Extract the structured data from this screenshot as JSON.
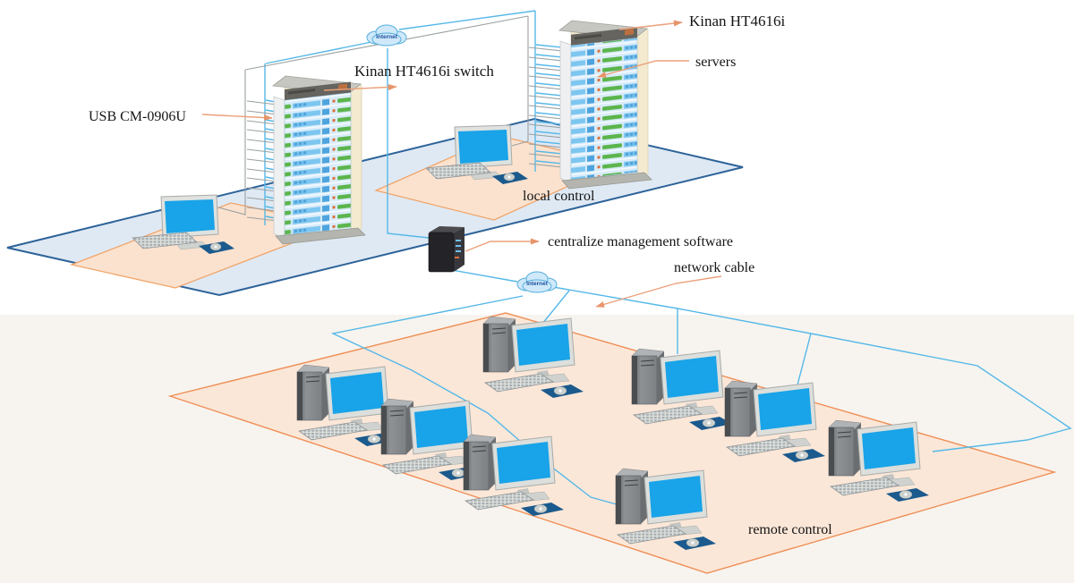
{
  "diagram": {
    "labels": {
      "usb_module": "USB CM-0906U",
      "switch": "Kinan HT4616i switch",
      "kvm": "Kinan HT4616i",
      "servers": "servers",
      "local_control": "local control",
      "management": "centralize management software",
      "network_cable": "network cable",
      "remote_control": "remote control"
    },
    "clouds": {
      "cloud1": "Internet",
      "cloud2": "Internet"
    },
    "counts": {
      "remote_pcs": 8,
      "local_workstations": 2,
      "racks": 2,
      "internet_clouds": 2
    },
    "colors": {
      "platform_blue_fill": "#dfe9f4",
      "platform_blue_edge": "#2d6399",
      "mat_fill": "#fbe2cf",
      "mat_edge": "#f0a468",
      "orange_platform_fill": "#fbe7d8",
      "orange_platform_edge": "#ef8e55",
      "cable_blue": "#55b8e8",
      "cable_gray": "#9aa0a0",
      "pointer_orange": "#eba07a",
      "screen_blue": "#19a3e8",
      "slot_green": "#5cb54c",
      "slot_blue": "#7cc6f0",
      "pad_navy": "#1b5a8d",
      "bottom_band": "#f7f4ef"
    }
  }
}
